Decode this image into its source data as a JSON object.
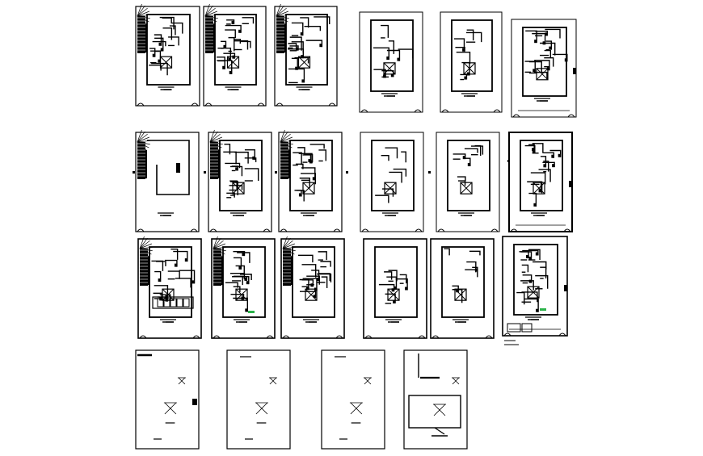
{
  "drawing": {
    "ink_color": "#000000",
    "paper_color": "#ffffff",
    "accent_color": "#2bb34a",
    "rows": [
      {
        "row": 1,
        "sheets": 6,
        "label": ""
      },
      {
        "row": 2,
        "sheets": 6,
        "label": ""
      },
      {
        "row": 3,
        "sheets": 6,
        "label": ""
      },
      {
        "row": 4,
        "sheets": 4,
        "label": ""
      }
    ]
  }
}
